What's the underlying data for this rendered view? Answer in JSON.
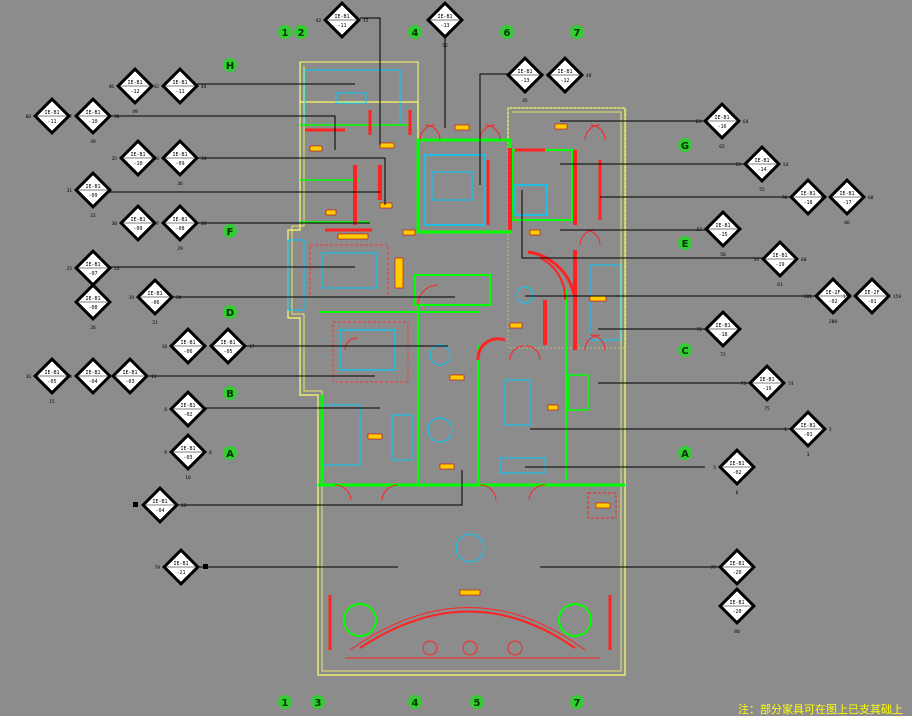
{
  "grid": {
    "columns_top": [
      "1",
      "2",
      "4",
      "6",
      "7"
    ],
    "columns_bottom": [
      "1",
      "3",
      "4",
      "5",
      "7"
    ],
    "rows_left": [
      "H",
      "F",
      "D",
      "B",
      "A"
    ],
    "rows_right": [
      "G",
      "E",
      "C",
      "A"
    ]
  },
  "tags": [
    {
      "id": "t1",
      "l1": "IE-B1",
      "l2": "-11",
      "lt": "43",
      "rt": "45"
    },
    {
      "id": "t2",
      "l1": "IE-B1",
      "l2": "-13",
      "lt": "",
      "rt": "",
      "b": "52"
    },
    {
      "id": "t3",
      "l1": "IE-B1",
      "l2": "-12",
      "lt": "46",
      "b": "49"
    },
    {
      "id": "t4",
      "l1": "IE-B1",
      "l2": "-11",
      "lt": "42",
      "rt": "44"
    },
    {
      "id": "t5",
      "l1": "IE-B1",
      "l2": "-13",
      "rt": "50",
      "b": "45"
    },
    {
      "id": "t6",
      "l1": "IE-B1",
      "l2": "-12",
      "lt": "47",
      "rt": "48"
    },
    {
      "id": "t7",
      "l1": "IE-B1",
      "l2": "-11",
      "lt": "60"
    },
    {
      "id": "t8",
      "l1": "IE-B1",
      "l2": "-10",
      "lt": "37",
      "rt": "38",
      "b": "39"
    },
    {
      "id": "t9",
      "l1": "IE-B1",
      "l2": "-16",
      "lt": "63",
      "rt": "64",
      "b": "65"
    },
    {
      "id": "t10",
      "l1": "IE-B1",
      "l2": "-10",
      "lt": "35"
    },
    {
      "id": "t11",
      "l1": "IE-B1",
      "l2": "-09",
      "lt": "33",
      "rt": "34",
      "b": "36"
    },
    {
      "id": "t12",
      "l1": "IE-B1",
      "l2": "-14",
      "lt": "53",
      "rt": "54",
      "b": "55"
    },
    {
      "id": "t13",
      "l1": "IE-B1",
      "l2": "-09",
      "lt": "31",
      "b": "32"
    },
    {
      "id": "t14",
      "l1": "IE-B1",
      "l2": "-18",
      "lt": "70"
    },
    {
      "id": "t15",
      "l1": "IE-B1",
      "l2": "-17",
      "lt": "67",
      "rt": "68",
      "b": "66"
    },
    {
      "id": "t16",
      "l1": "IE-B1",
      "l2": "-09",
      "lt": "30"
    },
    {
      "id": "t17",
      "l1": "IE-B1",
      "l2": "-08",
      "lt": "27",
      "rt": "28",
      "b": "29"
    },
    {
      "id": "t18",
      "l1": "IE-B1",
      "l2": "-15",
      "lt": "57",
      "b": "58"
    },
    {
      "id": "t19",
      "l1": "IE-B1",
      "l2": "-07",
      "lt": "25",
      "rt": "24",
      "b": "23"
    },
    {
      "id": "t20",
      "l1": "IE-B1",
      "l2": "-19",
      "lt": "59",
      "rt": "60",
      "b": "61"
    },
    {
      "id": "t21",
      "l1": "IE-B1",
      "l2": "-06",
      "lt": "19",
      "rt": "20",
      "b": "21"
    },
    {
      "id": "t22",
      "l1": "IE-B1",
      "l2": "-08",
      "b": "26"
    },
    {
      "id": "t23",
      "l1": "IE-2F",
      "l2": "-02",
      "lt": "201",
      "b": "200"
    },
    {
      "id": "t24",
      "l1": "IE-2F",
      "l2": "-01",
      "lt": "156",
      "rt": "159"
    },
    {
      "id": "t25",
      "l1": "IE-B1",
      "l2": "-06",
      "lt": "18"
    },
    {
      "id": "t26",
      "l1": "IE-B1",
      "l2": "-05",
      "rt": "17"
    },
    {
      "id": "t27",
      "l1": "IE-B1",
      "l2": "-18",
      "lt": "71",
      "b": "72"
    },
    {
      "id": "t28",
      "l1": "IE-B1",
      "l2": "-05",
      "lt": "16",
      "b": "15"
    },
    {
      "id": "t29",
      "l1": "IE-B1",
      "l2": "-04",
      "lt": "14"
    },
    {
      "id": "t30",
      "l1": "IE-B1",
      "l2": "-03",
      "rt": "11"
    },
    {
      "id": "t31",
      "l1": "IE-B1",
      "l2": "-19",
      "lt": "73",
      "rt": "74",
      "b": "75"
    },
    {
      "id": "t32",
      "l1": "IE-B1",
      "l2": "-02",
      "lt": "8"
    },
    {
      "id": "t33",
      "l1": "IE-B1",
      "l2": "-01",
      "lt": "1",
      "rt": "2",
      "b": "3"
    },
    {
      "id": "t34",
      "l1": "IE-B1",
      "l2": "-03",
      "lt": "9",
      "rt": "8",
      "b": "10"
    },
    {
      "id": "t35",
      "l1": "IE-B1",
      "l2": "-02",
      "lt": "5",
      "b": "6"
    },
    {
      "id": "t36",
      "l1": "IE-B1",
      "l2": "-04",
      "rt": "12"
    },
    {
      "id": "t37",
      "l1": "IE-B1",
      "l2": "-21",
      "lt": "79"
    },
    {
      "id": "t38",
      "l1": "IE-B1",
      "l2": "-20",
      "lt": "77"
    },
    {
      "id": "t39",
      "l1": "IE-B1",
      "l2": "-20",
      "b": "80"
    }
  ],
  "note": "注：部分家具可在图上已支其础上"
}
